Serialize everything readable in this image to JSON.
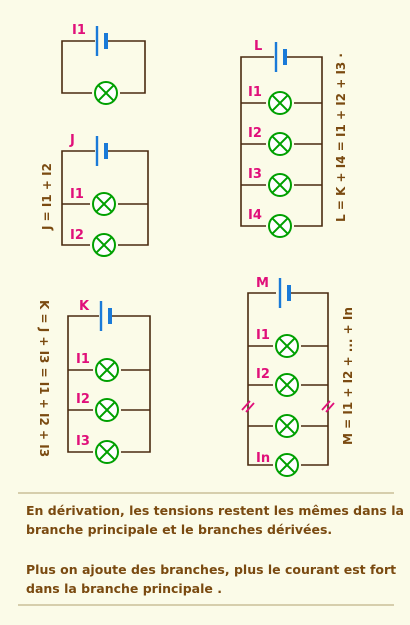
{
  "circuits": {
    "c1": {
      "battery": "I1"
    },
    "c2": {
      "battery": "J",
      "branches": [
        "I1",
        "I2"
      ],
      "equation": "J = I1 + I2"
    },
    "c3": {
      "battery": "L",
      "branches": [
        "I1",
        "I2",
        "I3",
        "I4"
      ],
      "equation": "L = K + I4 = I1 + I2 + I3 ·"
    },
    "c4": {
      "battery": "K",
      "branches": [
        "I1",
        "I2",
        "I3"
      ],
      "equation": "K = J + I3 = I1 + I2 + I3"
    },
    "c5": {
      "battery": "M",
      "branches": [
        "I1",
        "I2",
        "In"
      ],
      "equation": "M = I1 + I2 + ... + In"
    }
  },
  "notes": {
    "p1_line1": "En dérivation, les tensions restent les mêmes dans la",
    "p1_line2": "branche principale et le branches dérivées.",
    "p2_line1": "Plus on ajoute des branches, plus le courant est fort",
    "p2_line2": "dans la branche principale ."
  },
  "colors": {
    "background": "#fbfbe8",
    "wire": "#4a2a10",
    "label": "#e0107a",
    "battery": "#1a7ad8",
    "lamp": "#00a000",
    "equation_text": "#7a4a10"
  }
}
